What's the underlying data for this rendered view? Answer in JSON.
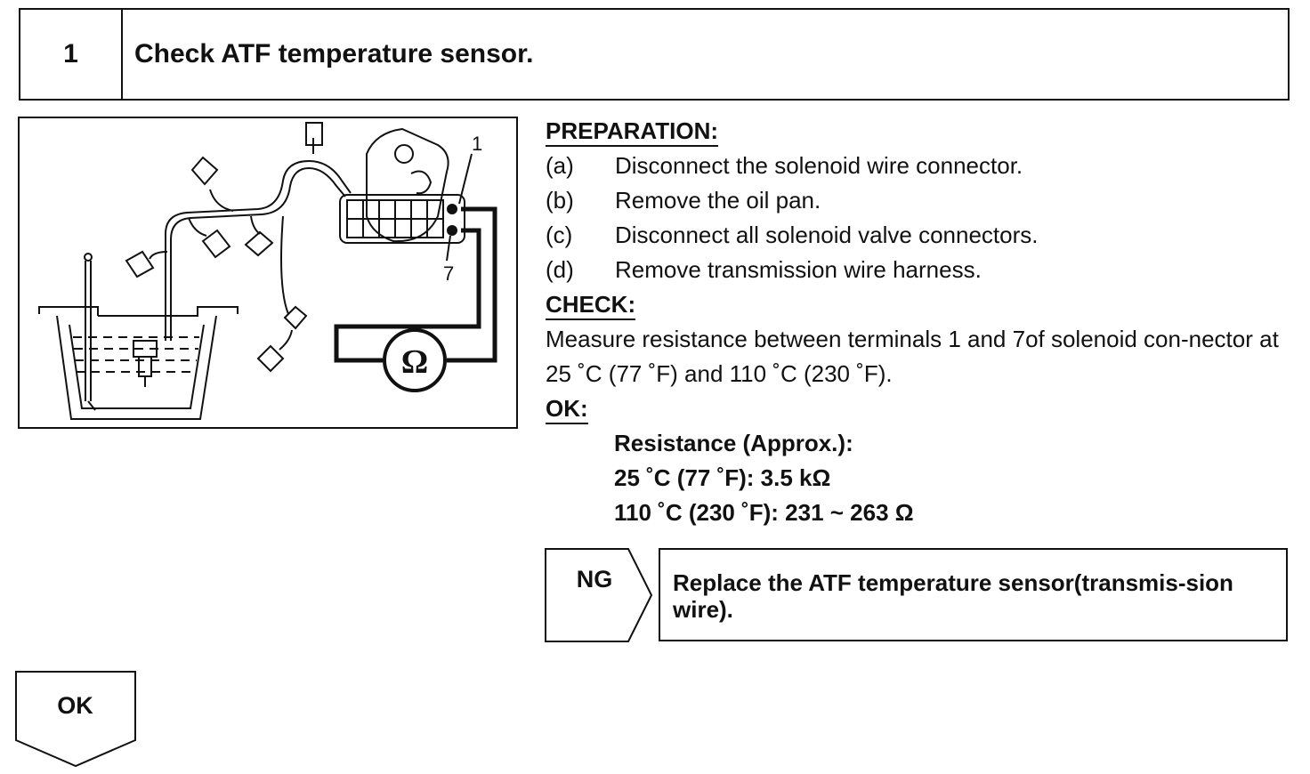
{
  "step": {
    "number": "1",
    "title": "Check ATF temperature sensor."
  },
  "illustration": {
    "terminal_1_label": "1",
    "terminal_7_label": "7",
    "ohmmeter_symbol": "Ω"
  },
  "preparation": {
    "heading": "PREPARATION:",
    "items": [
      {
        "letter": "(a)",
        "text": "Disconnect the solenoid wire connector."
      },
      {
        "letter": "(b)",
        "text": "Remove the oil pan."
      },
      {
        "letter": "(c)",
        "text": "Disconnect all solenoid valve connectors."
      },
      {
        "letter": "(d)",
        "text": "Remove transmission wire harness."
      }
    ]
  },
  "check": {
    "heading": "CHECK:",
    "text": "Measure resistance between terminals 1 and 7of solenoid con-nector at 25 ˚C (77 ˚F) and 110 ˚C (230 ˚F)."
  },
  "ok": {
    "heading": "OK:",
    "spec_title": "Resistance (Approx.):",
    "spec_line_1": "25 ˚C (77 ˚F): 3.5 kΩ",
    "spec_line_2": "110 ˚C (230 ˚F): 231 ~ 263 Ω"
  },
  "ng": {
    "label": "NG",
    "action": "Replace the ATF temperature sensor(transmis-sion wire)."
  },
  "ok_flow": {
    "label": "OK"
  }
}
